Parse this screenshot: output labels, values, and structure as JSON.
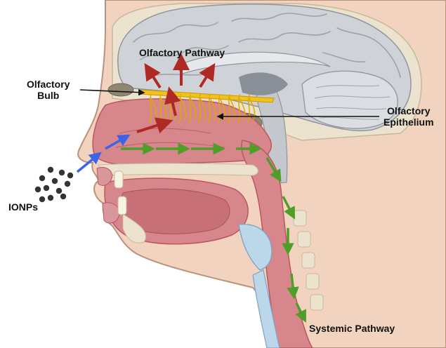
{
  "labels": {
    "olfactory_pathway": "Olfactory Pathway",
    "olfactory_bulb_line1": "Olfactory",
    "olfactory_bulb_line2": "Bulb",
    "olfactory_epithelium_line1": "Olfactory",
    "olfactory_epithelium_line2": "Epithelium",
    "ionps": "IONPs",
    "systemic_pathway": "Systemic Pathway"
  },
  "colors": {
    "brain": "#cfd3d8",
    "brain_outline": "#8f959c",
    "skin": "#f1d3bf",
    "skin_outline": "#b9927c",
    "tissue": "#d7868c",
    "tissue_dark": "#b9575f",
    "bone": "#ece3cf",
    "bulb": "#f2c21c",
    "arrow_red": "#b02a24",
    "arrow_green": "#4f9e2a",
    "arrow_blue": "#3d63e8",
    "particles": "#333333",
    "trachea": "#bcd6ea"
  },
  "icons": {
    "particles": "particle-cluster-icon",
    "arrows": "arrow-icon"
  }
}
